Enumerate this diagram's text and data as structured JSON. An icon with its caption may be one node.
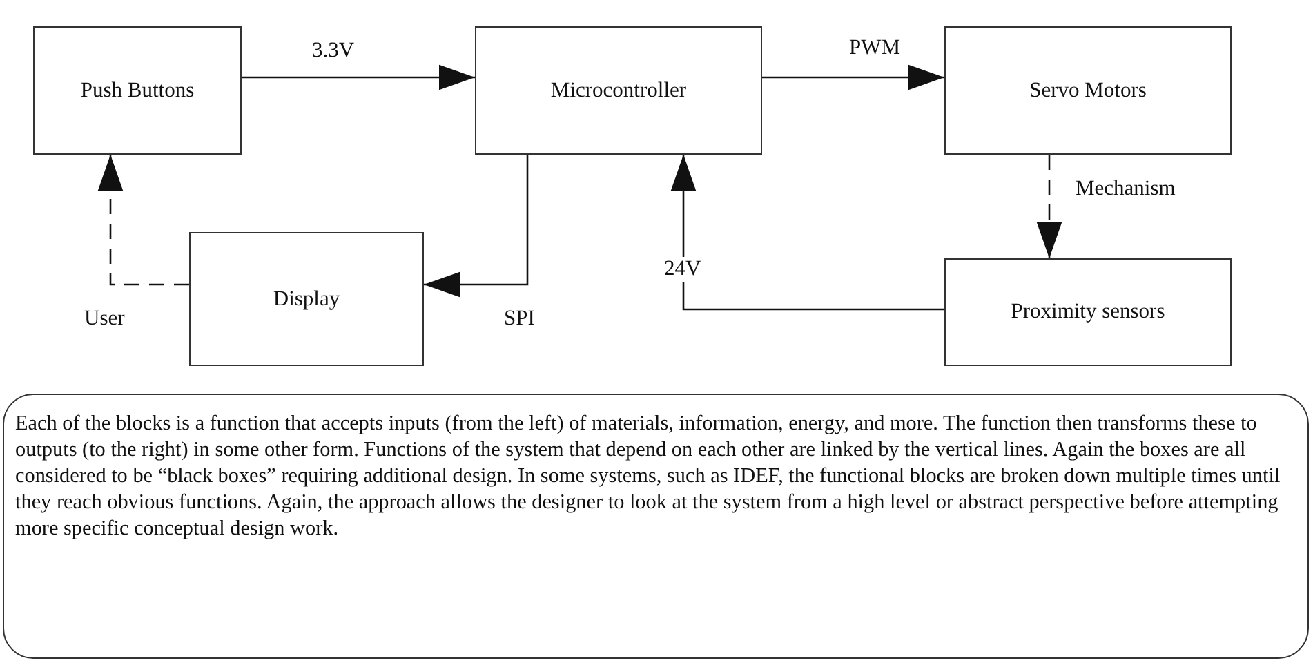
{
  "diagram": {
    "nodes": [
      {
        "text": [
          "Push Buttons"
        ]
      },
      {
        "text": [
          "Microcontroller"
        ]
      },
      {
        "text": [
          "Servo Motors"
        ]
      },
      {
        "text": [
          "Display"
        ]
      },
      {
        "text": [
          "Proximity sensors"
        ]
      },
      {
        "text": [
          "Each of the blocks is a function that accepts inputs (from the left) of materials, information, energy, and more. The function then transforms these to outputs (to the right) in some other form. Functions of the system that depend on each other are linked by the vertical lines. Again the boxes are all considered to be “black boxes” requiring additional design. In some systems, such as IDEF, the functional blocks are broken down multiple times until they reach obvious functions. Again, the approach allows the designer to look at the system from a high level or abstract perspective before attempting more specific conceptual design work."
        ]
      }
    ],
    "edges": [
      {
        "from": 0,
        "to": 1,
        "arrow": "to",
        "label": "3.3V"
      },
      {
        "from": 1,
        "to": 2,
        "arrow": "to",
        "label": "PWM"
      },
      {
        "from": 1,
        "to": 3,
        "arrow": "to",
        "label": "SPI"
      },
      {
        "from": 3,
        "to": 0,
        "arrow": "to",
        "label": "User",
        "style": "dashed"
      },
      {
        "from": 2,
        "to": 4,
        "arrow": "to",
        "label": "Mechanism",
        "style": "dashed"
      },
      {
        "from": 4,
        "to": 1,
        "arrow": "to",
        "label": "24V"
      }
    ]
  }
}
